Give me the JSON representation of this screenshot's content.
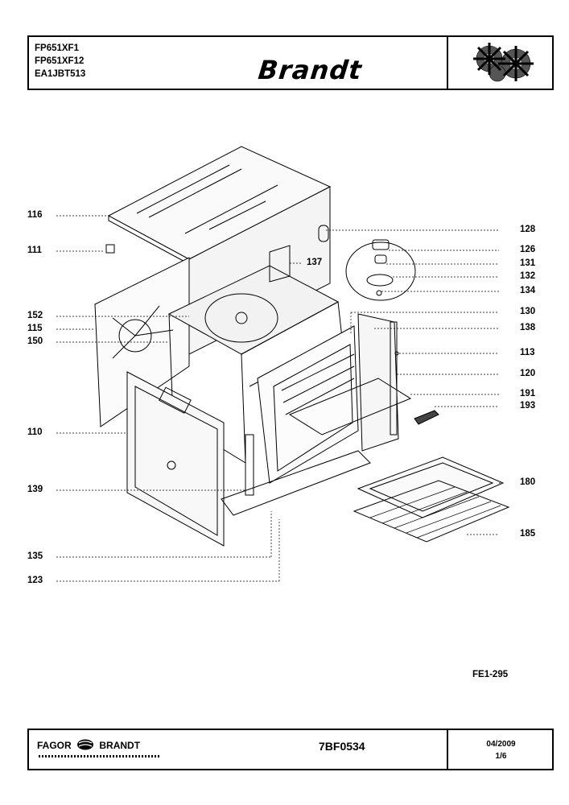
{
  "header": {
    "models": [
      "FP651XF1",
      "FP651XF12",
      "EA1JBT513"
    ],
    "brand": "Brandt"
  },
  "parts": {
    "left": [
      "116",
      "111",
      "152",
      "115",
      "150",
      "110",
      "139",
      "135",
      "123"
    ],
    "right": [
      "128",
      "126",
      "131",
      "132",
      "134",
      "130",
      "138",
      "113",
      "120",
      "191",
      "193",
      "180",
      "185"
    ],
    "inner": [
      "137"
    ]
  },
  "diagram_code": "FE1-295",
  "footer": {
    "company": "FAGOR",
    "company2": "BRANDT",
    "doc_number": "7BF0534",
    "date": "04/2009",
    "page": "1/6"
  },
  "icons": [
    "gears-icon",
    "fagor-brandt-logo-icon"
  ]
}
